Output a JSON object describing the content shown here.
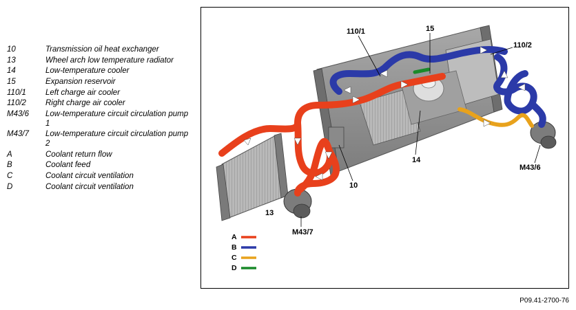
{
  "legend": [
    {
      "key": "10",
      "desc": "Transmission oil heat exchanger"
    },
    {
      "key": "13",
      "desc": "Wheel arch low temperature radiator"
    },
    {
      "key": "14",
      "desc": "Low-temperature cooler"
    },
    {
      "key": "15",
      "desc": "Expansion reservoir"
    },
    {
      "key": "110/1",
      "desc": "Left charge air cooler"
    },
    {
      "key": "110/2",
      "desc": "Right charge air cooler"
    },
    {
      "key": "M43/6",
      "desc": "Low-temperature circuit circulation pump 1"
    },
    {
      "key": "M43/7",
      "desc": "Low-temperature circuit circulation pump 2"
    },
    {
      "key": "A",
      "desc": "Coolant return flow"
    },
    {
      "key": "B",
      "desc": "Coolant feed"
    },
    {
      "key": "C",
      "desc": "Coolant circuit ventilation"
    },
    {
      "key": "D",
      "desc": "Coolant circuit ventilation"
    }
  ],
  "diagram": {
    "labels": {
      "l110_1": "110/1",
      "l15": "15",
      "l110_2": "110/2",
      "l14": "14",
      "l10": "10",
      "l13": "13",
      "lM43_6": "M43/6",
      "lM43_7": "M43/7"
    },
    "line_key": [
      {
        "key": "A",
        "color": "#e8401c"
      },
      {
        "key": "B",
        "color": "#2b3aa8"
      },
      {
        "key": "C",
        "color": "#e8a21c"
      },
      {
        "key": "D",
        "color": "#1a8a2a"
      }
    ]
  },
  "ref_code": "P09.41-2700-76"
}
